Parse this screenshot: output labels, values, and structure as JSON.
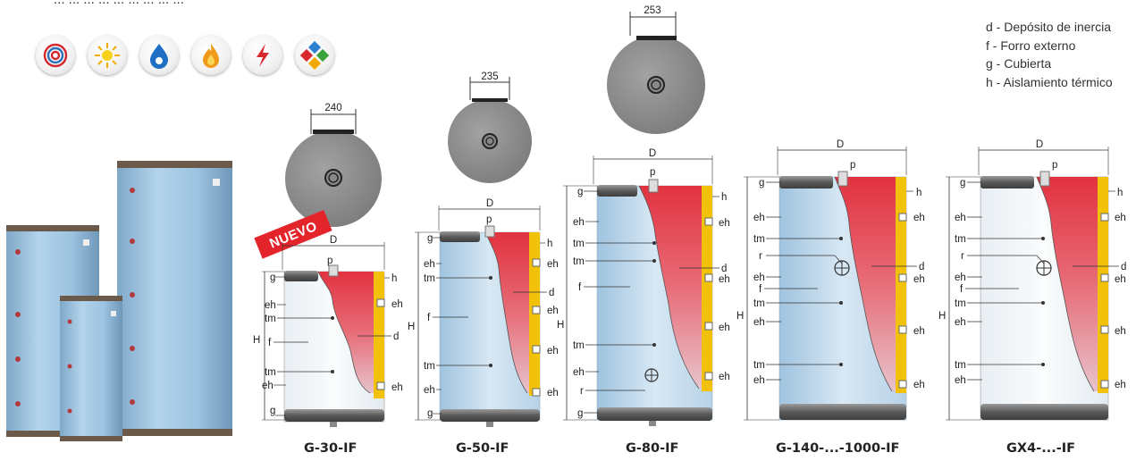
{
  "header_cut_text": "... ... ... ... ... ... ... ... ...",
  "energy_icons": [
    {
      "name": "heat-pump-icon"
    },
    {
      "name": "solar-icon"
    },
    {
      "name": "gas-icon"
    },
    {
      "name": "biomass-fire-icon"
    },
    {
      "name": "electric-icon"
    },
    {
      "name": "multi-energy-icon"
    }
  ],
  "legend": [
    "d - Depósito de inercia",
    "f - Forro externo",
    "g - Cubierta",
    "h - Aislamiento térmico"
  ],
  "badge": "NUEVO",
  "top_views": {
    "g30": "240",
    "g50": "235",
    "g80": "253"
  },
  "labels": {
    "D": "D",
    "H": "H",
    "p": "p",
    "g": "g",
    "h": "h",
    "d": "d",
    "f": "f",
    "eh": "eh",
    "tm": "tm",
    "r": "r"
  },
  "models": [
    "G-30-IF",
    "G-50-IF",
    "G-80-IF",
    "G-140-...-1000-IF",
    "GX4-...-IF"
  ],
  "colors": {
    "tank_blue": "#a6cbe5",
    "insulation": "#f2c20b",
    "hot": "#e0303e",
    "top_view_gray": "#8b8b8b"
  }
}
